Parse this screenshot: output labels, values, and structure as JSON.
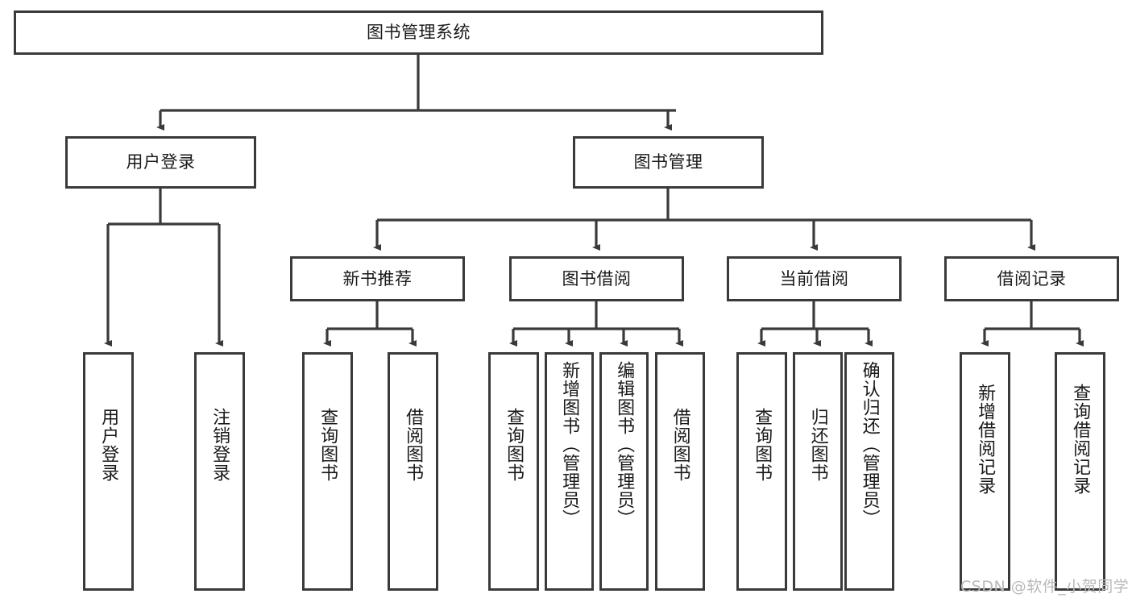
{
  "diagram": {
    "type": "tree-hierarchy-chart",
    "title": "图书管理系统",
    "stroke_color": "#3a3a3a",
    "background_color": "#ffffff",
    "text_color": "#1a1a1a",
    "root": {
      "label": "图书管理系统"
    },
    "level2": [
      {
        "label": "用户登录"
      },
      {
        "label": "图书管理"
      }
    ],
    "level3": [
      {
        "label": "新书推荐"
      },
      {
        "label": "图书借阅"
      },
      {
        "label": "当前借阅"
      },
      {
        "label": "借阅记录"
      }
    ],
    "leaves": {
      "user_login": [
        {
          "label": "用户登录"
        },
        {
          "label": "注销登录"
        }
      ],
      "new_book_recommend": [
        {
          "label": "查询图书"
        },
        {
          "label": "借阅图书"
        }
      ],
      "book_borrow": [
        {
          "label": "查询图书"
        },
        {
          "label": "新增图书（管理员）"
        },
        {
          "label": "编辑图书（管理员）"
        },
        {
          "label": "借阅图书"
        }
      ],
      "current_borrow": [
        {
          "label": "查询图书"
        },
        {
          "label": "归还图书"
        },
        {
          "label": "确认归还（管理员）"
        }
      ],
      "borrow_record": [
        {
          "label": "新增借阅记录"
        },
        {
          "label": "查询借阅记录"
        }
      ]
    },
    "watermark": "CSDN @软件_小贺同学"
  }
}
